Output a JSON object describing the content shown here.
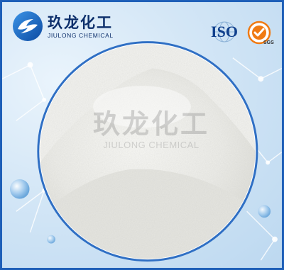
{
  "brand": {
    "name_cn": "玖龙化工",
    "name_en": "JIULONG CHEMICAL"
  },
  "badges": {
    "iso": "ISO",
    "sgs": "SGS"
  },
  "watermark": {
    "cn": "玖龙化工",
    "en": "JIULONG CHEMICAL"
  },
  "icons": {
    "logo": "swirl-logo-icon",
    "iso": "globe-icon",
    "sgs": "sgs-seal-icon"
  },
  "colors": {
    "border": "#1e5fb8",
    "brand_text": "#0d2f6b",
    "logo_blue": "#1766c2",
    "sgs_orange": "#f07a12"
  }
}
